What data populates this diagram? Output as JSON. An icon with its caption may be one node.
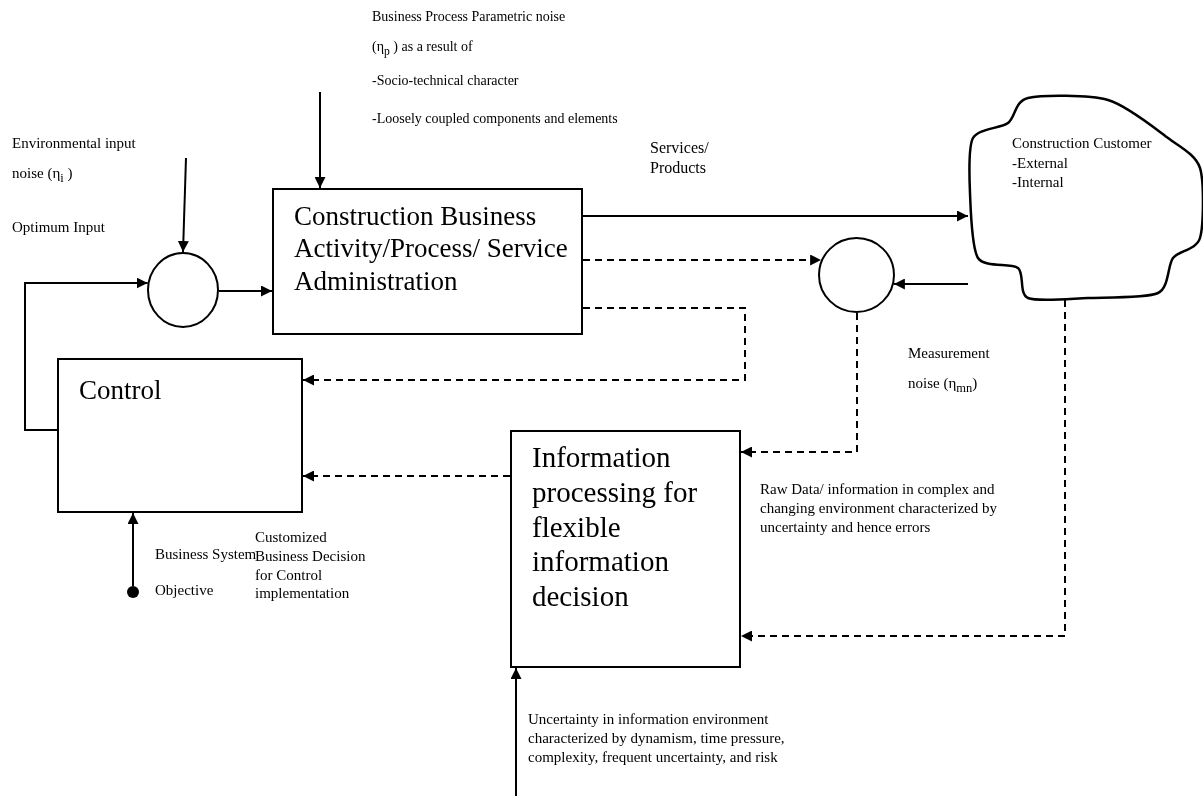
{
  "diagram": {
    "nodes": [
      {
        "text": [
          "Construction Business Activity/Process/ Service Administration"
        ]
      },
      {
        "text": [
          "Control"
        ]
      },
      {
        "text": [
          "Information processing for flexible information decision"
        ]
      },
      {
        "text": [],
        "shape": "circle"
      },
      {
        "text": [],
        "shape": "circle"
      },
      {
        "text": [
          "Construction Customer",
          "-External",
          "-Internal"
        ]
      },
      {
        "text": [],
        "shape": "circle"
      }
    ],
    "edges": [
      {
        "from": null,
        "to": 0,
        "arrow": "to"
      },
      {
        "from": null,
        "to": 3,
        "arrow": "to"
      },
      {
        "from": 1,
        "to": 3,
        "arrow": "to"
      },
      {
        "from": 3,
        "to": 0,
        "arrow": "to"
      },
      {
        "from": 0,
        "to": 5,
        "arrow": "to",
        "label": "Services/ Products"
      },
      {
        "from": 0,
        "to": 4,
        "arrow": "to",
        "style": "dashed"
      },
      {
        "from": 0,
        "to": 1,
        "arrow": "to",
        "style": "dashed"
      },
      {
        "from": 5,
        "to": 4,
        "arrow": "to"
      },
      {
        "from": 4,
        "to": 2,
        "arrow": "to",
        "style": "dashed"
      },
      {
        "from": 5,
        "to": 2,
        "arrow": "to",
        "style": "dashed"
      },
      {
        "from": 2,
        "to": 1,
        "arrow": "to",
        "style": "dashed"
      },
      {
        "from": 6,
        "to": 1,
        "arrow": "to"
      },
      {
        "from": null,
        "to": 2,
        "arrow": "to"
      }
    ],
    "labels": [
      "Business Process Parametric noise",
      "(η$_{p}$ ) as a result of",
      "-Socio-technical character",
      "-Loosely coupled components and elements",
      "Environmental input noise (η$_{i}$ )",
      "Optimum Input",
      "Measurement noise (η$_{mn}$)",
      "Raw Data/ information in complex and changing environment characterized by uncertainty and hence errors",
      "Customized Business Decision for Control implementation",
      "Business System Objective",
      "Uncertainty in information environment characterized by dynamism, time pressure, complexity, frequent uncertainty, and risk"
    ]
  }
}
